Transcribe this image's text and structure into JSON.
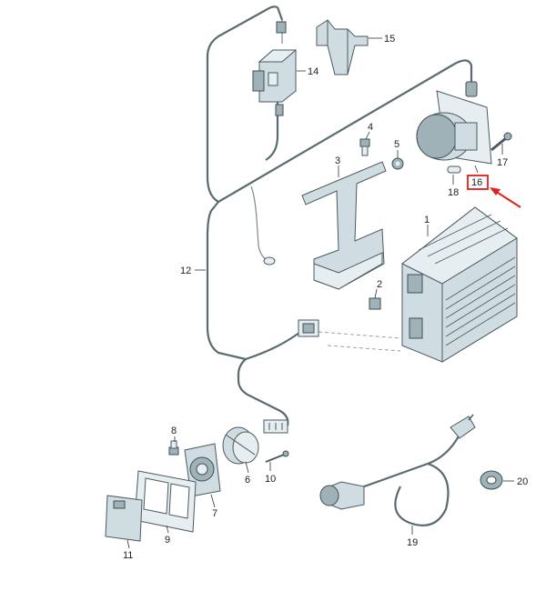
{
  "parts": [
    {
      "id": "1",
      "label": "1"
    },
    {
      "id": "2",
      "label": "2"
    },
    {
      "id": "3",
      "label": "3"
    },
    {
      "id": "4",
      "label": "4"
    },
    {
      "id": "5",
      "label": "5"
    },
    {
      "id": "6",
      "label": "6"
    },
    {
      "id": "7",
      "label": "7"
    },
    {
      "id": "8",
      "label": "8"
    },
    {
      "id": "9",
      "label": "9"
    },
    {
      "id": "10",
      "label": "10"
    },
    {
      "id": "11",
      "label": "11"
    },
    {
      "id": "12",
      "label": "12"
    },
    {
      "id": "14",
      "label": "14"
    },
    {
      "id": "15",
      "label": "15"
    },
    {
      "id": "16",
      "label": "16"
    },
    {
      "id": "17",
      "label": "17"
    },
    {
      "id": "18",
      "label": "18"
    },
    {
      "id": "19",
      "label": "19"
    },
    {
      "id": "20",
      "label": "20"
    }
  ],
  "highlighted_part": "16",
  "colors": {
    "highlight": "#e0201a",
    "part_fill": "#cfdde2",
    "part_stroke": "#4b5a5f",
    "wire": "#5a6b70"
  }
}
